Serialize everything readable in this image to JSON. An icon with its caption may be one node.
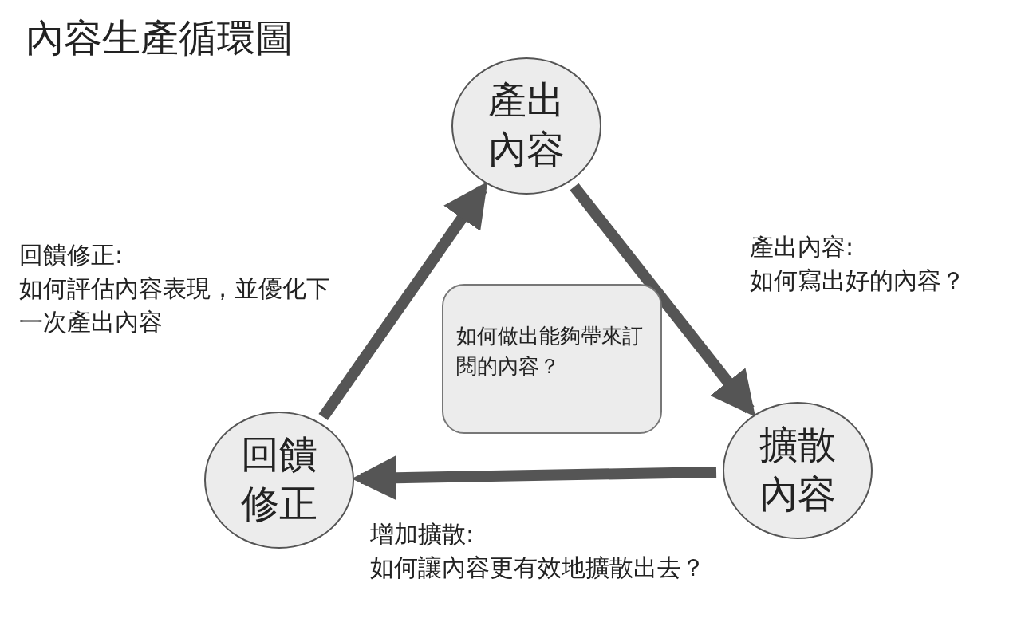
{
  "diagram": {
    "title": "內容生產循環圖",
    "nodes": [
      {
        "text": [
          "產出內容"
        ]
      },
      {
        "text": [
          "擴散內容"
        ]
      },
      {
        "text": [
          "回饋修正"
        ]
      },
      {
        "text": [
          "如何做出能夠帶來訂閱的內容？"
        ]
      }
    ],
    "edges": [
      {
        "from": 0,
        "to": 1,
        "arrow": "to"
      },
      {
        "from": 1,
        "to": 2,
        "arrow": "to"
      },
      {
        "from": 2,
        "to": 0,
        "arrow": "to"
      }
    ],
    "labels": [
      "回饋修正:",
      "如何評估內容表現，並優化下一次產出內容",
      "產出內容:",
      "如何寫出好的內容？",
      "增加擴散:",
      "如何讓內容更有效地擴散出去？"
    ]
  }
}
